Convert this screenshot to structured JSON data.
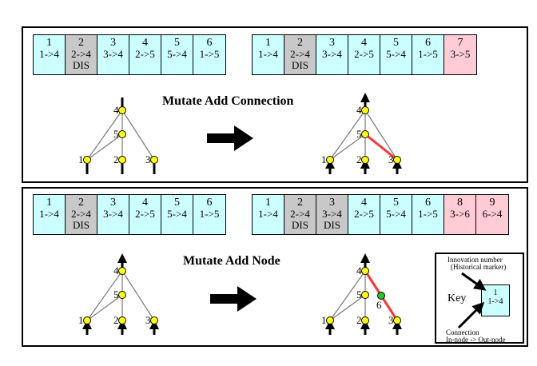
{
  "add_connection": {
    "title": "Mutate Add Connection",
    "before_genome": [
      {
        "innovation": "1",
        "connection": "1->4",
        "flag": ""
      },
      {
        "innovation": "2",
        "connection": "2->4",
        "flag": "DIS"
      },
      {
        "innovation": "3",
        "connection": "3->4",
        "flag": ""
      },
      {
        "innovation": "4",
        "connection": "2->5",
        "flag": ""
      },
      {
        "innovation": "5",
        "connection": "5->4",
        "flag": ""
      },
      {
        "innovation": "6",
        "connection": "1->5",
        "flag": ""
      }
    ],
    "after_genome": [
      {
        "innovation": "1",
        "connection": "1->4",
        "flag": ""
      },
      {
        "innovation": "2",
        "connection": "2->4",
        "flag": "DIS"
      },
      {
        "innovation": "3",
        "connection": "3->4",
        "flag": ""
      },
      {
        "innovation": "4",
        "connection": "2->5",
        "flag": ""
      },
      {
        "innovation": "5",
        "connection": "5->4",
        "flag": ""
      },
      {
        "innovation": "6",
        "connection": "1->5",
        "flag": ""
      },
      {
        "innovation": "7",
        "connection": "3->5",
        "flag": ""
      }
    ],
    "node_labels": [
      "1",
      "2",
      "3",
      "4",
      "5"
    ]
  },
  "add_node": {
    "title": "Mutate Add Node",
    "before_genome": [
      {
        "innovation": "1",
        "connection": "1->4",
        "flag": ""
      },
      {
        "innovation": "2",
        "connection": "2->4",
        "flag": "DIS"
      },
      {
        "innovation": "3",
        "connection": "3->4",
        "flag": ""
      },
      {
        "innovation": "4",
        "connection": "2->5",
        "flag": ""
      },
      {
        "innovation": "5",
        "connection": "5->4",
        "flag": ""
      },
      {
        "innovation": "6",
        "connection": "1->5",
        "flag": ""
      }
    ],
    "after_genome": [
      {
        "innovation": "1",
        "connection": "1->4",
        "flag": ""
      },
      {
        "innovation": "2",
        "connection": "2->4",
        "flag": "DIS"
      },
      {
        "innovation": "3",
        "connection": "3->4",
        "flag": "DIS"
      },
      {
        "innovation": "4",
        "connection": "2->5",
        "flag": ""
      },
      {
        "innovation": "5",
        "connection": "5->4",
        "flag": ""
      },
      {
        "innovation": "6",
        "connection": "1->5",
        "flag": ""
      },
      {
        "innovation": "8",
        "connection": "3->6",
        "flag": ""
      },
      {
        "innovation": "9",
        "connection": "6->4",
        "flag": ""
      }
    ],
    "node_labels": [
      "1",
      "2",
      "3",
      "4",
      "5",
      "6"
    ]
  },
  "key": {
    "label": "Key",
    "innovation_caption": "Innovation number",
    "innovation_caption_sub": "(Historical marker)",
    "connection_caption": "Connection",
    "connection_caption_sub": "In-node -> Out-node",
    "example_innovation": "1",
    "example_connection": "1->4"
  },
  "colors": {
    "enabled_gene": "#ccffff",
    "disabled_gene": "#c8c8c8",
    "new_gene": "#ffccd5",
    "node": "#ffff00",
    "new_node": "#22cc22",
    "new_link": "#ff3333"
  }
}
